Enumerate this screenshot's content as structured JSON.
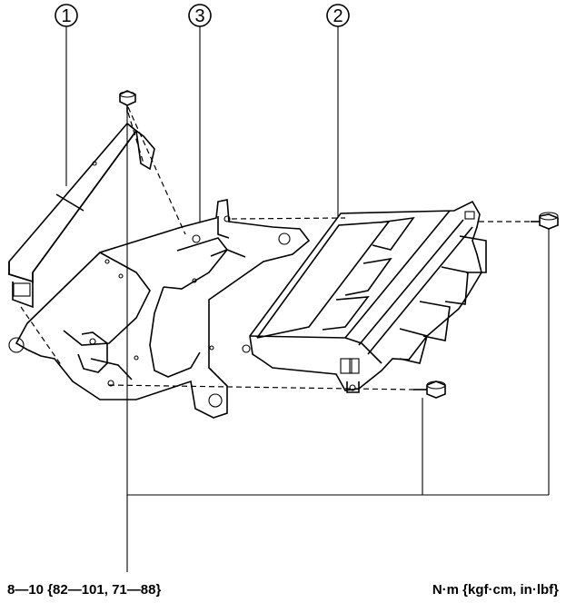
{
  "callouts": {
    "one": "1",
    "two": "2",
    "three": "3"
  },
  "torque_spec": "8—10 {82—101, 71—88}",
  "units": "N·m {kgf·cm, in·lbf}"
}
